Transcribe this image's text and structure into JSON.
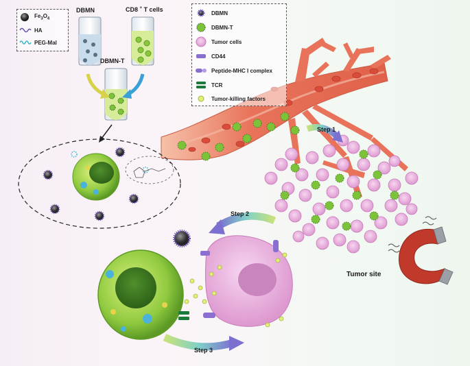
{
  "legend_left": {
    "fe3o4": {
      "main": "Fe",
      "sub1": "3",
      "mid": "O",
      "sub2": "4"
    },
    "ha": "HA",
    "peg": "PEG-Mal"
  },
  "legend_right": [
    {
      "icon": "dbmn-icon",
      "label": "DBMN"
    },
    {
      "icon": "dbmn-t-icon",
      "label": "DBMN-T"
    },
    {
      "icon": "tumor-cell-icon",
      "label": "Tumor cells"
    },
    {
      "icon": "cd44-icon",
      "label": "CD44"
    },
    {
      "icon": "peptide-mhc-icon",
      "label": "Peptide-MHC I complex"
    },
    {
      "icon": "tcr-icon",
      "label": "TCR"
    },
    {
      "icon": "tumor-killing-factor-icon",
      "label": "Tumor-killing factors"
    }
  ],
  "tubes": {
    "dbmn": "DBMN",
    "cd8_main": "CD8",
    "cd8_sup": "+",
    "cd8_rest": "T cells",
    "dbmn_t": "DBMN-T"
  },
  "steps": {
    "step1": "Step 1",
    "step2": "Step 2",
    "step3": "Step 3"
  },
  "tumor_site": "Tumor site",
  "colors": {
    "vessel": "#e8735a",
    "tcell": "#8cc63f",
    "tumor": "#e9a3d6",
    "magnet_red": "#c0392b",
    "step_arrow": "#7b6fd0"
  }
}
